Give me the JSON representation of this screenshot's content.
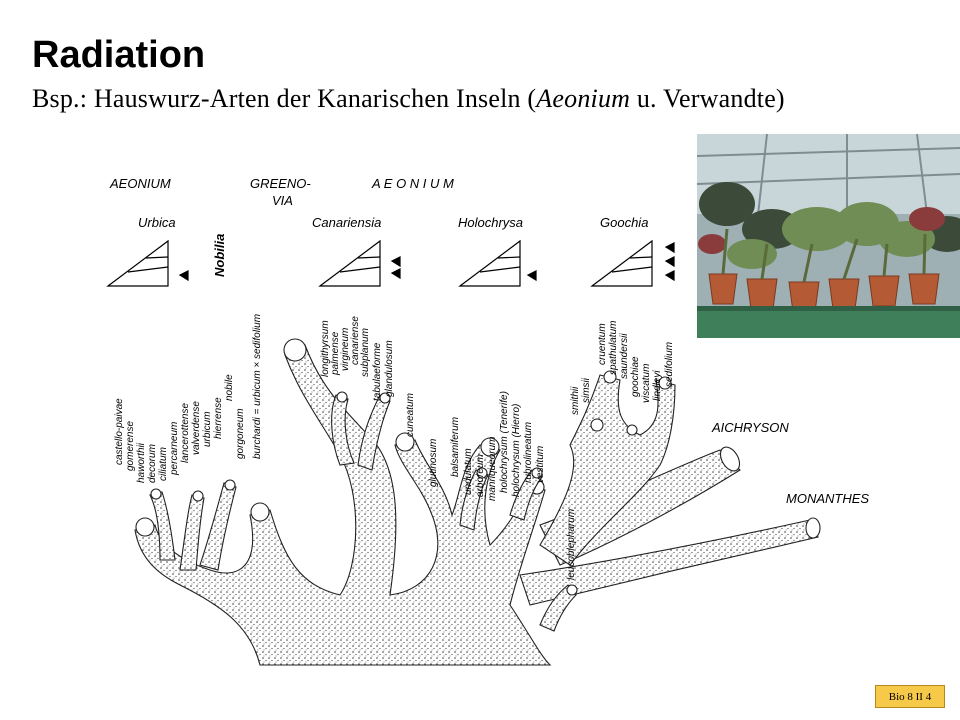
{
  "slide": {
    "title": "Radiation",
    "subtitle_prefix": "Bsp.: Hauswurz-Arten der Kanarischen Inseln (",
    "subtitle_genus": "Aeonium",
    "subtitle_suffix": " u. Verwandte)",
    "footer_badge": "Bio 8 II 4"
  },
  "diagram": {
    "top_labels": {
      "aeonium_left": "AEONIUM",
      "greenovia_1": "GREENO-",
      "greenovia_2": "VIA",
      "aeonium_spaced": "A E O N I U M"
    },
    "sections": {
      "urbica": "Urbica",
      "nobilia": "Nobilia",
      "canariensia": "Canariensia",
      "holochrysa": "Holochrysa",
      "goochia": "Goochia"
    },
    "lineages": {
      "aichryson": "AICHRYSON",
      "monanthes": "MONANTHES"
    },
    "species_urbica": [
      "castello-paivae",
      "gomerense",
      "haworthii",
      "decorum",
      "ciliatum",
      "percarneum",
      "lancerottense",
      "valverdense",
      "urbicum",
      "hierrense",
      "nobile"
    ],
    "species_greenovia": [
      "gorgoneum",
      "burchardi = urbicum × sedifolium"
    ],
    "species_canariensia": [
      "longithyrsum",
      "palmense",
      "virgineum",
      "canariense",
      "subplanum",
      "tabulaeforme",
      "glandulosum",
      "cuneatum"
    ],
    "species_holochrysa": [
      "glutinosum",
      "balsamiferum",
      "undulatum",
      "arboreum",
      "manriqueorum",
      "holochrysum (Tenerife)",
      "holochrysum (Hierro)",
      "rubrolineatum",
      "vestitum",
      "leucoblepharum"
    ],
    "species_goochia": [
      "smithii",
      "simsii",
      "cruentum",
      "spathulatum",
      "saundersii",
      "goochiae",
      "viscatum",
      "lindleyi",
      "sedifolium"
    ]
  },
  "photo": {
    "icon": "greenhouse-aeonium-photo"
  }
}
